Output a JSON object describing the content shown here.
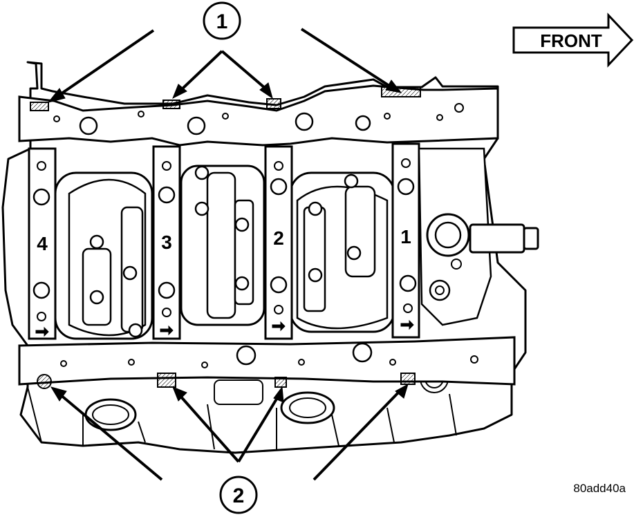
{
  "front_arrow": {
    "label": "FRONT"
  },
  "callouts": [
    {
      "id": "1",
      "label": "1"
    },
    {
      "id": "2",
      "label": "2"
    }
  ],
  "cap_numbers": [
    "4",
    "3",
    "2",
    "1"
  ],
  "figure_id": "80add40a"
}
